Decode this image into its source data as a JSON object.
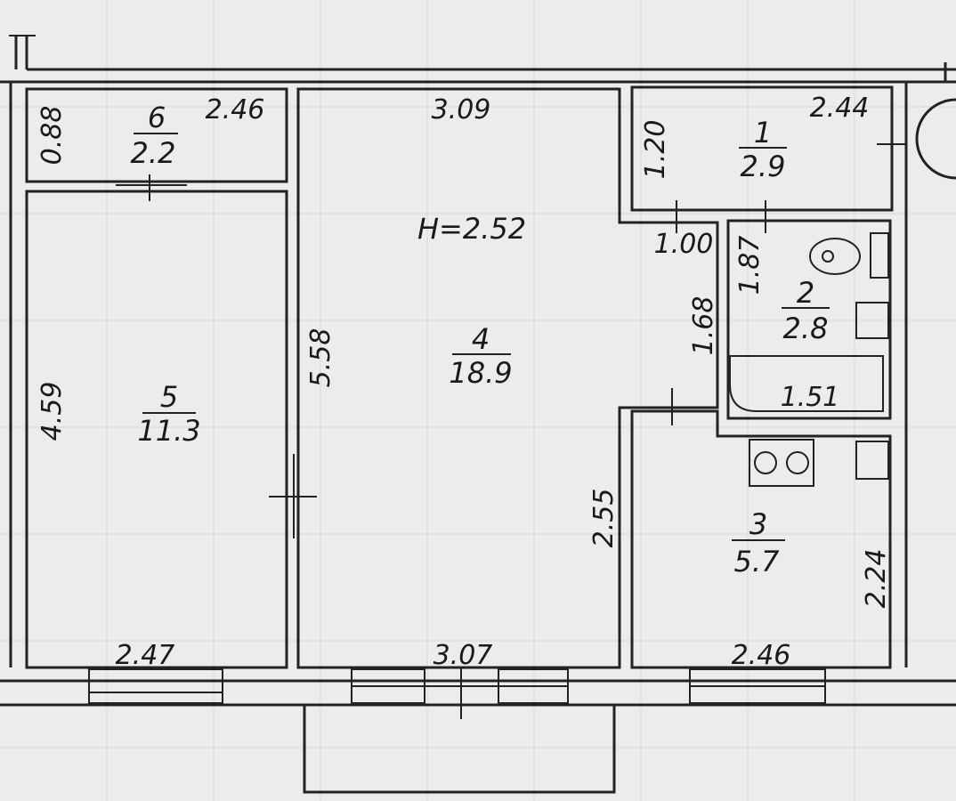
{
  "plan": {
    "ceiling_height": "H=2.52",
    "rooms": [
      {
        "number": "1",
        "area": "2.9"
      },
      {
        "number": "2",
        "area": "2.8"
      },
      {
        "number": "3",
        "area": "5.7"
      },
      {
        "number": "4",
        "area": "18.9"
      },
      {
        "number": "5",
        "area": "11.3"
      },
      {
        "number": "6",
        "area": "2.2"
      }
    ],
    "dimensions": {
      "r6_height": "0.88",
      "r6_width": "2.46",
      "r5_height": "4.59",
      "r5_width": "2.47",
      "r4_top": "3.09",
      "r4_left": "5.58",
      "r4_bottom": "3.07",
      "r4_right_lower": "2.55",
      "r1_height": "1.20",
      "r1_width": "2.44",
      "corridor_width": "1.00",
      "corridor_height": "1.68",
      "r2_height": "1.87",
      "bath_width": "1.51",
      "r3_height": "2.24",
      "r3_width": "2.46"
    }
  }
}
